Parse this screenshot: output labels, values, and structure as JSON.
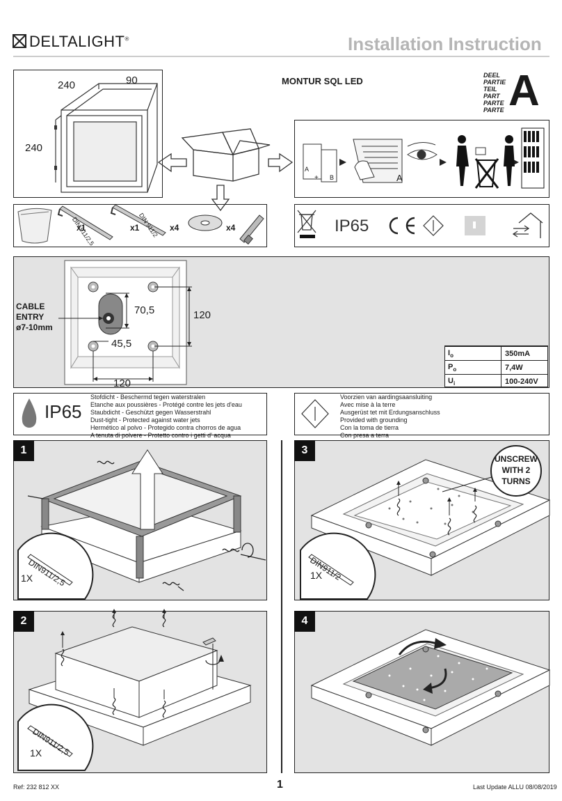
{
  "header": {
    "brand": "DELTALIGHT",
    "reg": "®",
    "title": "Installation Instruction"
  },
  "product": {
    "name": "MONTUR SQL LED",
    "part_labels": [
      "DEEL",
      "PARTIE",
      "TEIL",
      "PART",
      "PARTE",
      "PARTE"
    ],
    "part_letter": "A"
  },
  "dimensions": {
    "width": "240",
    "depth": "90",
    "height": "240"
  },
  "contents": {
    "key1_label": "DIN 911/2,5",
    "key1_qty": "x1",
    "key2_label": "DIN 911/2",
    "key2_qty": "x1",
    "washer_qty": "x4",
    "screw_qty": "x4"
  },
  "docs": {
    "doc_a": "A",
    "doc_b": "B",
    "plus": "+",
    "sheet_a": "A"
  },
  "symbols": {
    "ip": "IP65",
    "ce": "CE"
  },
  "plate": {
    "cable_entry": [
      "CABLE",
      "ENTRY",
      "ø7-10mm"
    ],
    "dim_oval_h": "70,5",
    "dim_hole_x": "45,5",
    "dim_vertical": "120",
    "dim_horizontal": "120"
  },
  "specs": [
    {
      "key": "I",
      "sub": "o",
      "value": "350mA"
    },
    {
      "key": "P",
      "sub": "o",
      "value": "7,4W"
    },
    {
      "key": "U",
      "sub": "i",
      "value": "100-240V"
    }
  ],
  "ip_info": {
    "label": "IP65",
    "lines": [
      "Stofdicht    -    Beschermd tegen waterstralen",
      "Etanche aux poussières   -   Protégé contre les jets d'eau",
      "Staubdicht   -   Geschützt gegen Wasserstrahl",
      "Dust-tight   -   Protected against water jets",
      "Hermético al polvo   -   Protegido contra chorros de agua",
      "A tenuta di polvere   -   Protetto contro i getti d' acqua"
    ]
  },
  "ground_info": {
    "lines": [
      "Voorzien van aardingsaansluiting",
      "Avec mise à la terre",
      "Ausgerüst tet mit Erdungsanschluss",
      "Provided with grounding",
      "Con la toma de tierra",
      "Con presa a terra"
    ]
  },
  "steps": [
    {
      "number": "1",
      "tool": "DIN911/2,5",
      "qty": "1X"
    },
    {
      "number": "2",
      "tool": "DIN911/2,5",
      "qty": "1X"
    },
    {
      "number": "3",
      "tool": "DIN911/2",
      "qty": "1X",
      "callout": [
        "UNSCREW",
        "WITH 2",
        "TURNS"
      ]
    },
    {
      "number": "4"
    }
  ],
  "footer": {
    "ref": "Ref: 232 812 XX",
    "page": "1",
    "update": "Last Update ALLU 08/08/2019"
  }
}
